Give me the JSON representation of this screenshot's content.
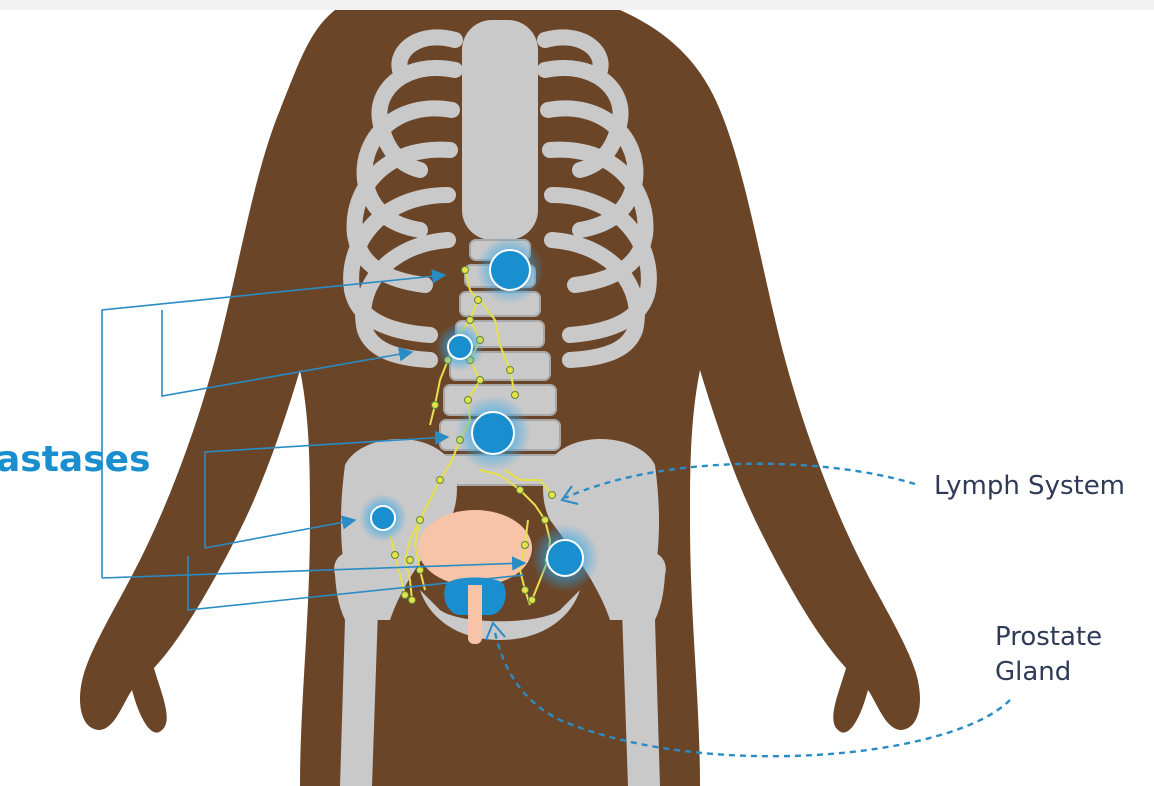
{
  "title": "astases",
  "labels": {
    "lymph_system": "Lymph System",
    "prostate_gland_line1": "Prostate",
    "prostate_gland_line2": "Gland"
  },
  "colors": {
    "skin": "#6b4528",
    "bone": "#c9c9c9",
    "bone_edge": "#ededed",
    "bladder": "#f7c4a8",
    "prostate": "#1a8fcf",
    "metastasis": "#1a8fcf",
    "lymph": "#e6e04a",
    "pointer": "#2a8cc4",
    "label_text": "#2f3a56",
    "title_text": "#1a8fcf"
  },
  "icons": [
    "metastasis-node-icon",
    "arrow-head-icon"
  ]
}
